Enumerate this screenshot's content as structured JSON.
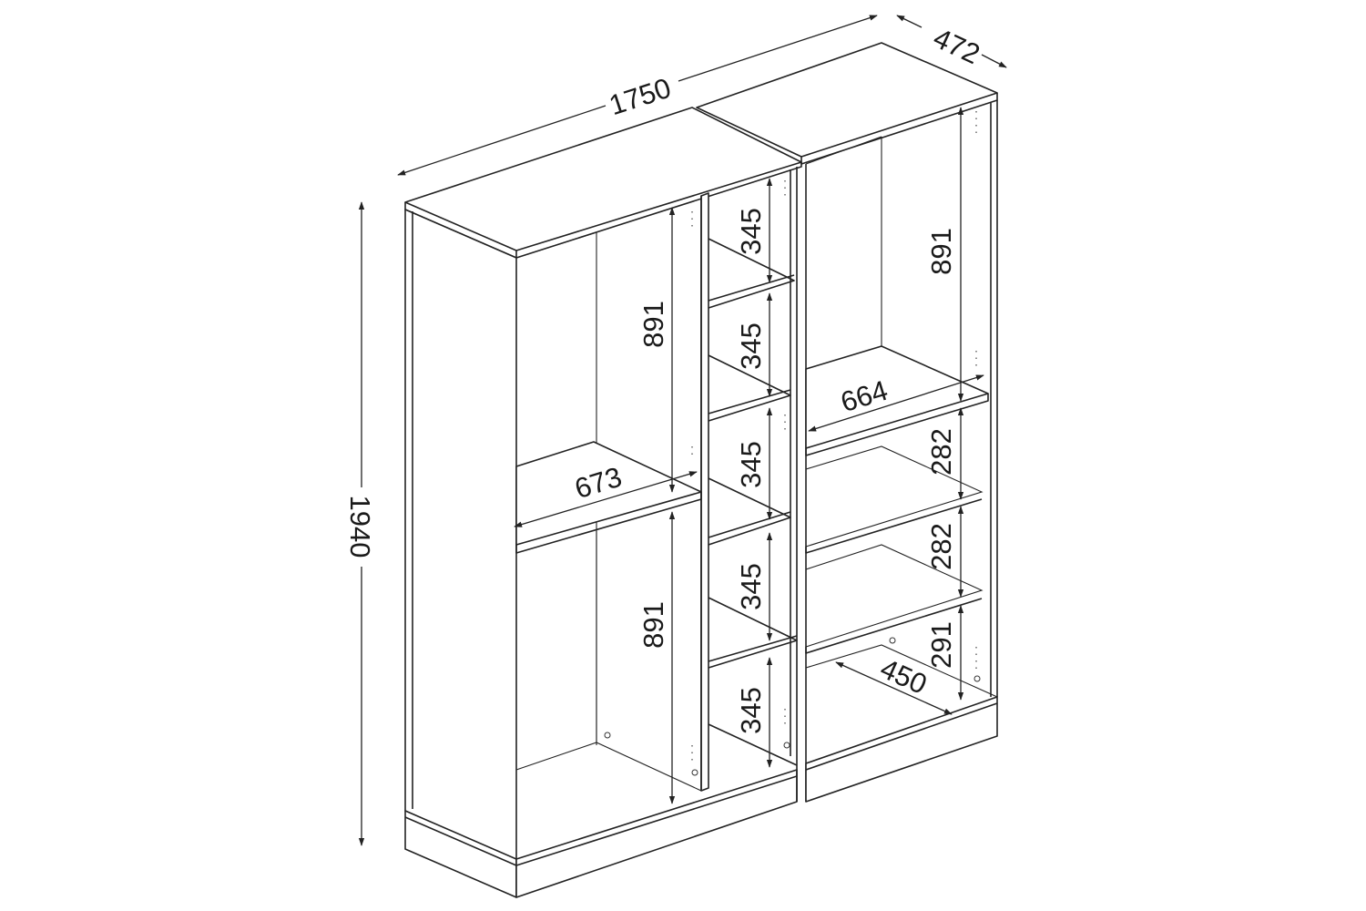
{
  "drawing": {
    "overall": {
      "width": "1750",
      "depth": "472",
      "height": "1940"
    },
    "left_unit": {
      "hanging_upper": "891",
      "hanging_lower": "891",
      "hanging_width": "673",
      "shelf_gaps": [
        "345",
        "345",
        "345",
        "345",
        "345"
      ]
    },
    "right_unit": {
      "hanging_upper": "891",
      "shelf_width": "664",
      "shelf_gaps": [
        "282",
        "282",
        "291"
      ],
      "shelf_depth": "450"
    }
  }
}
